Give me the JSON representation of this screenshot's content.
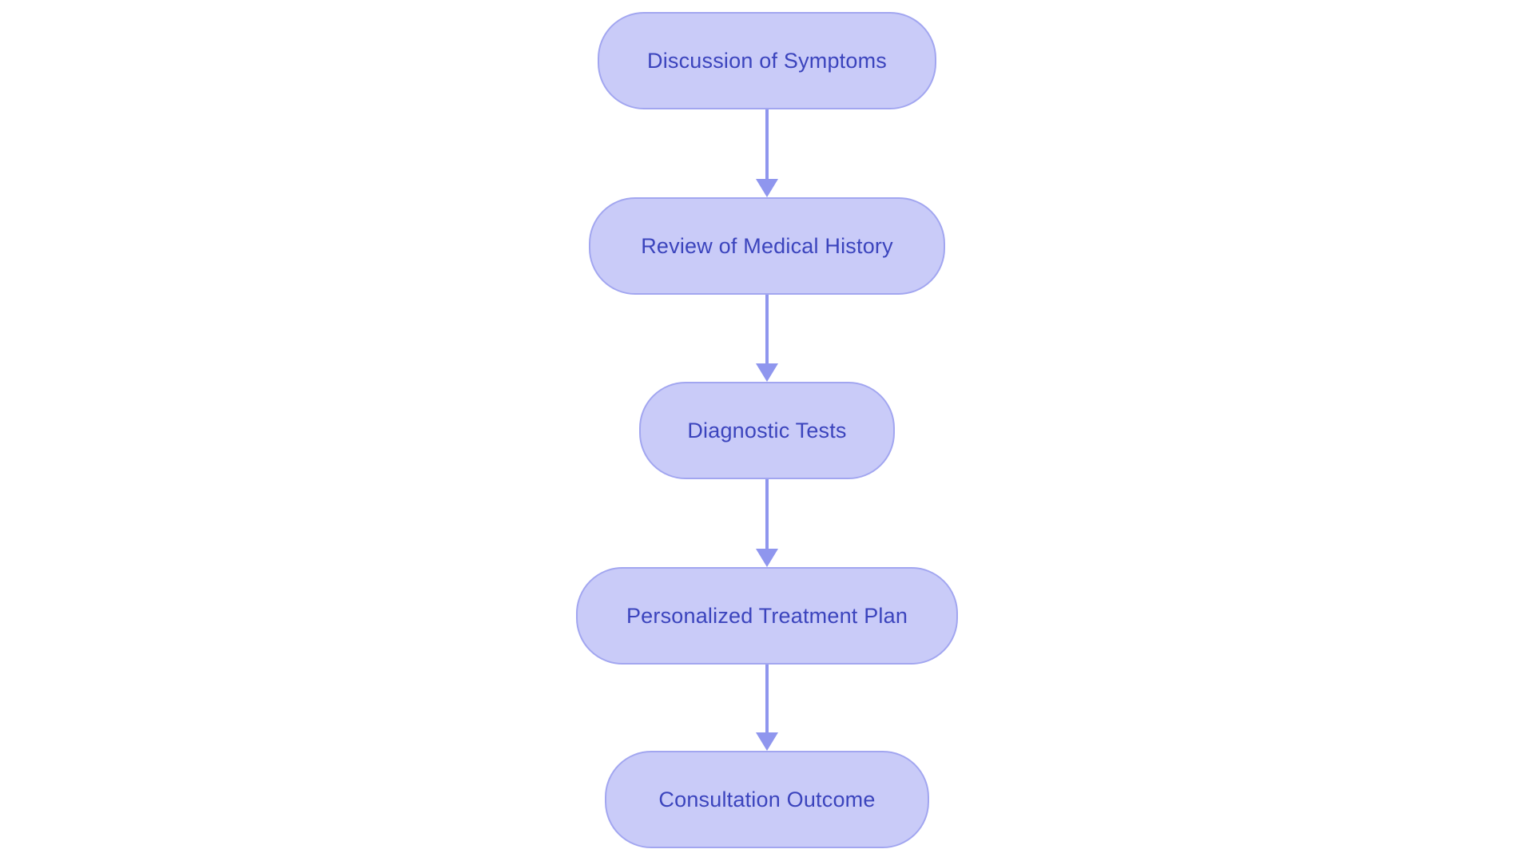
{
  "diagram": {
    "type": "flowchart",
    "direction": "top-down",
    "background": "#ffffff",
    "colors": {
      "node_fill": "#c9cbf8",
      "node_border": "#a2a6f0",
      "node_text": "#3b44bd",
      "arrow": "#8f96ee"
    },
    "nodes": [
      {
        "id": "discussion-of-symptoms",
        "label": "Discussion of Symptoms"
      },
      {
        "id": "review-of-medical-history",
        "label": "Review of Medical History"
      },
      {
        "id": "diagnostic-tests",
        "label": "Diagnostic Tests"
      },
      {
        "id": "personalized-treatment-plan",
        "label": "Personalized Treatment Plan"
      },
      {
        "id": "consultation-outcome",
        "label": "Consultation Outcome"
      }
    ],
    "edges": [
      {
        "from": "discussion-of-symptoms",
        "to": "review-of-medical-history"
      },
      {
        "from": "review-of-medical-history",
        "to": "diagnostic-tests"
      },
      {
        "from": "diagnostic-tests",
        "to": "personalized-treatment-plan"
      },
      {
        "from": "personalized-treatment-plan",
        "to": "consultation-outcome"
      }
    ]
  }
}
